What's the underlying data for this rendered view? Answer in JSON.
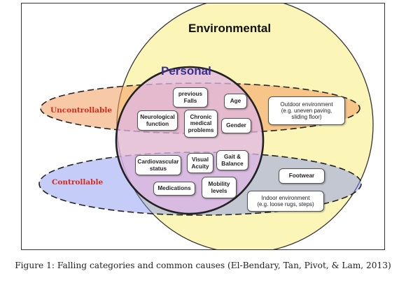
{
  "diagram": {
    "environmental_title": "Environmental",
    "personal_title": "Personal",
    "uncontrollable_label": "Uncontrollable",
    "controllable_label": "Controllable",
    "boxes": {
      "previous_falls": "previous\nFalls",
      "age": "Age",
      "neurological": "Neurological\nfunction",
      "chronic": "Chronic\nmedical\nproblems",
      "gender": "Gender",
      "outdoor": "Outdoor environment\n(e.g. uneven paving,\nsliding floor)",
      "cardiovascular": "Cardiovascular\nstatus",
      "visual": "Visual\nAcuity",
      "gait": "Gait &\nBalance",
      "medications": "Medications",
      "mobility": "Mobility\nlevels",
      "footwear": "Footwear",
      "indoor": "Indoor environment\n(e.g. loose rugs, steps)"
    },
    "colors": {
      "environmental_fill": "#fbf6b8",
      "personal_fill": "#e0b6e6",
      "uncontrollable_fill": "#f29c5e",
      "controllable_fill": "#7f8ff0",
      "label_red": "#d42a1e",
      "personal_title": "#3a2f8f"
    }
  },
  "caption": "Figure 1: Falling categories and common causes (El-Bendary, Tan, Pivot, & Lam, 2013)"
}
